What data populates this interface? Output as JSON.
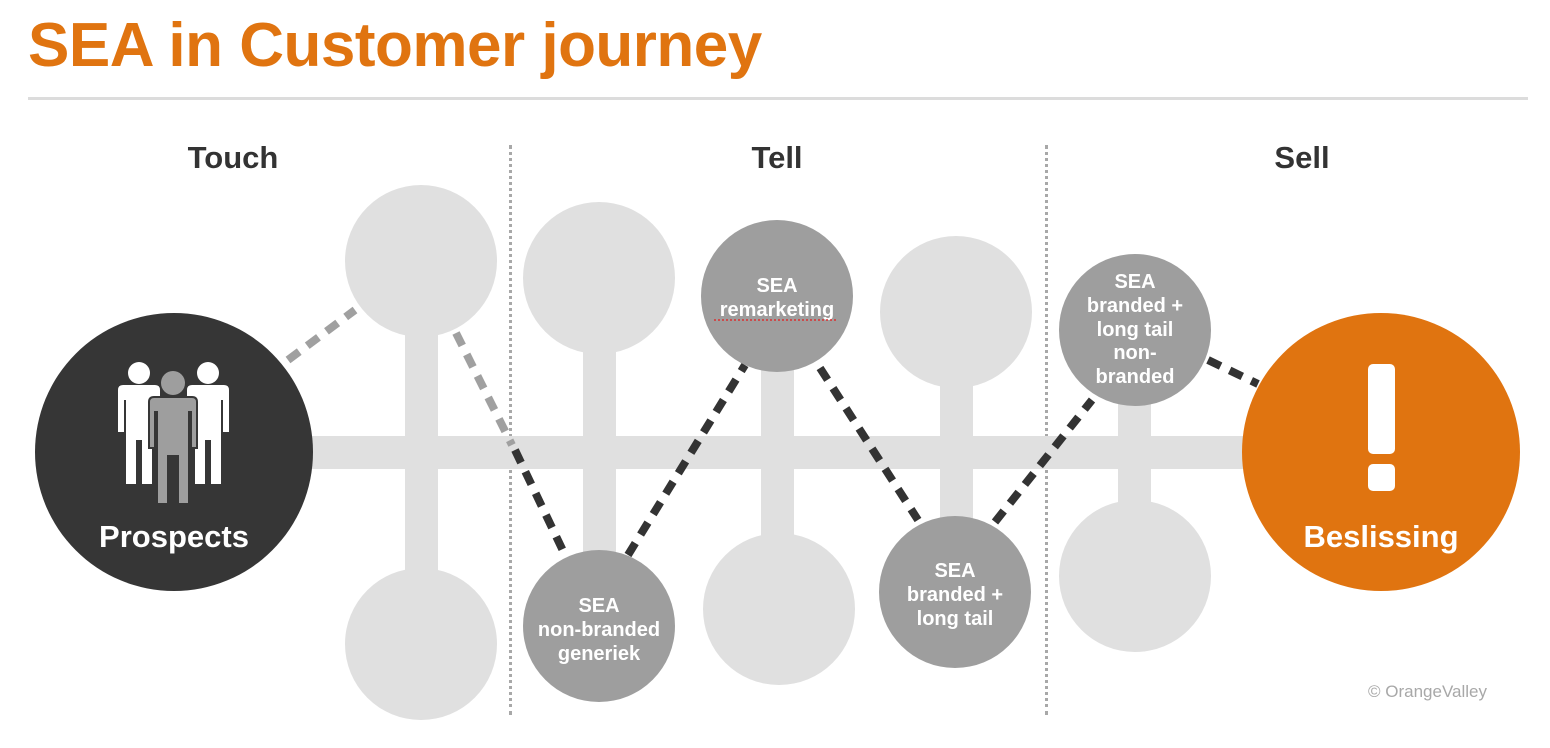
{
  "title": "SEA in Customer journey",
  "colors": {
    "accent": "#e07410",
    "dark_node": "#363636",
    "active_node": "#9e9e9e",
    "inactive_node": "#e0e0e0",
    "title_rule": "#dcdcdc",
    "dashed_dark": "#333333",
    "dashed_light": "#a0a0a0"
  },
  "stages": [
    {
      "label": "Touch"
    },
    {
      "label": "Tell"
    },
    {
      "label": "Sell"
    }
  ],
  "start_node": {
    "label": "Prospects",
    "icon": "people-group-icon"
  },
  "end_node": {
    "label": "Beslissing",
    "icon": "exclamation-icon"
  },
  "nodes": [
    {
      "id": "touch-top",
      "lines": [],
      "active": false
    },
    {
      "id": "touch-bottom",
      "lines": [],
      "active": false
    },
    {
      "id": "tell1-top",
      "lines": [],
      "active": false
    },
    {
      "id": "tell1-bottom",
      "lines": [
        "SEA",
        "non-branded",
        "generiek"
      ],
      "active": true
    },
    {
      "id": "tell2-top",
      "lines": [
        "SEA",
        "remarketing"
      ],
      "active": true
    },
    {
      "id": "tell2-bottom",
      "lines": [],
      "active": false
    },
    {
      "id": "tell3-top",
      "lines": [],
      "active": false
    },
    {
      "id": "tell3-bottom",
      "lines": [
        "SEA",
        "branded +",
        "long tail"
      ],
      "active": true
    },
    {
      "id": "sell-top",
      "lines": [
        "SEA",
        "branded +",
        "long tail",
        "non-",
        "branded"
      ],
      "active": true
    },
    {
      "id": "sell-bottom",
      "lines": [],
      "active": false
    }
  ],
  "copyright": "© OrangeValley"
}
